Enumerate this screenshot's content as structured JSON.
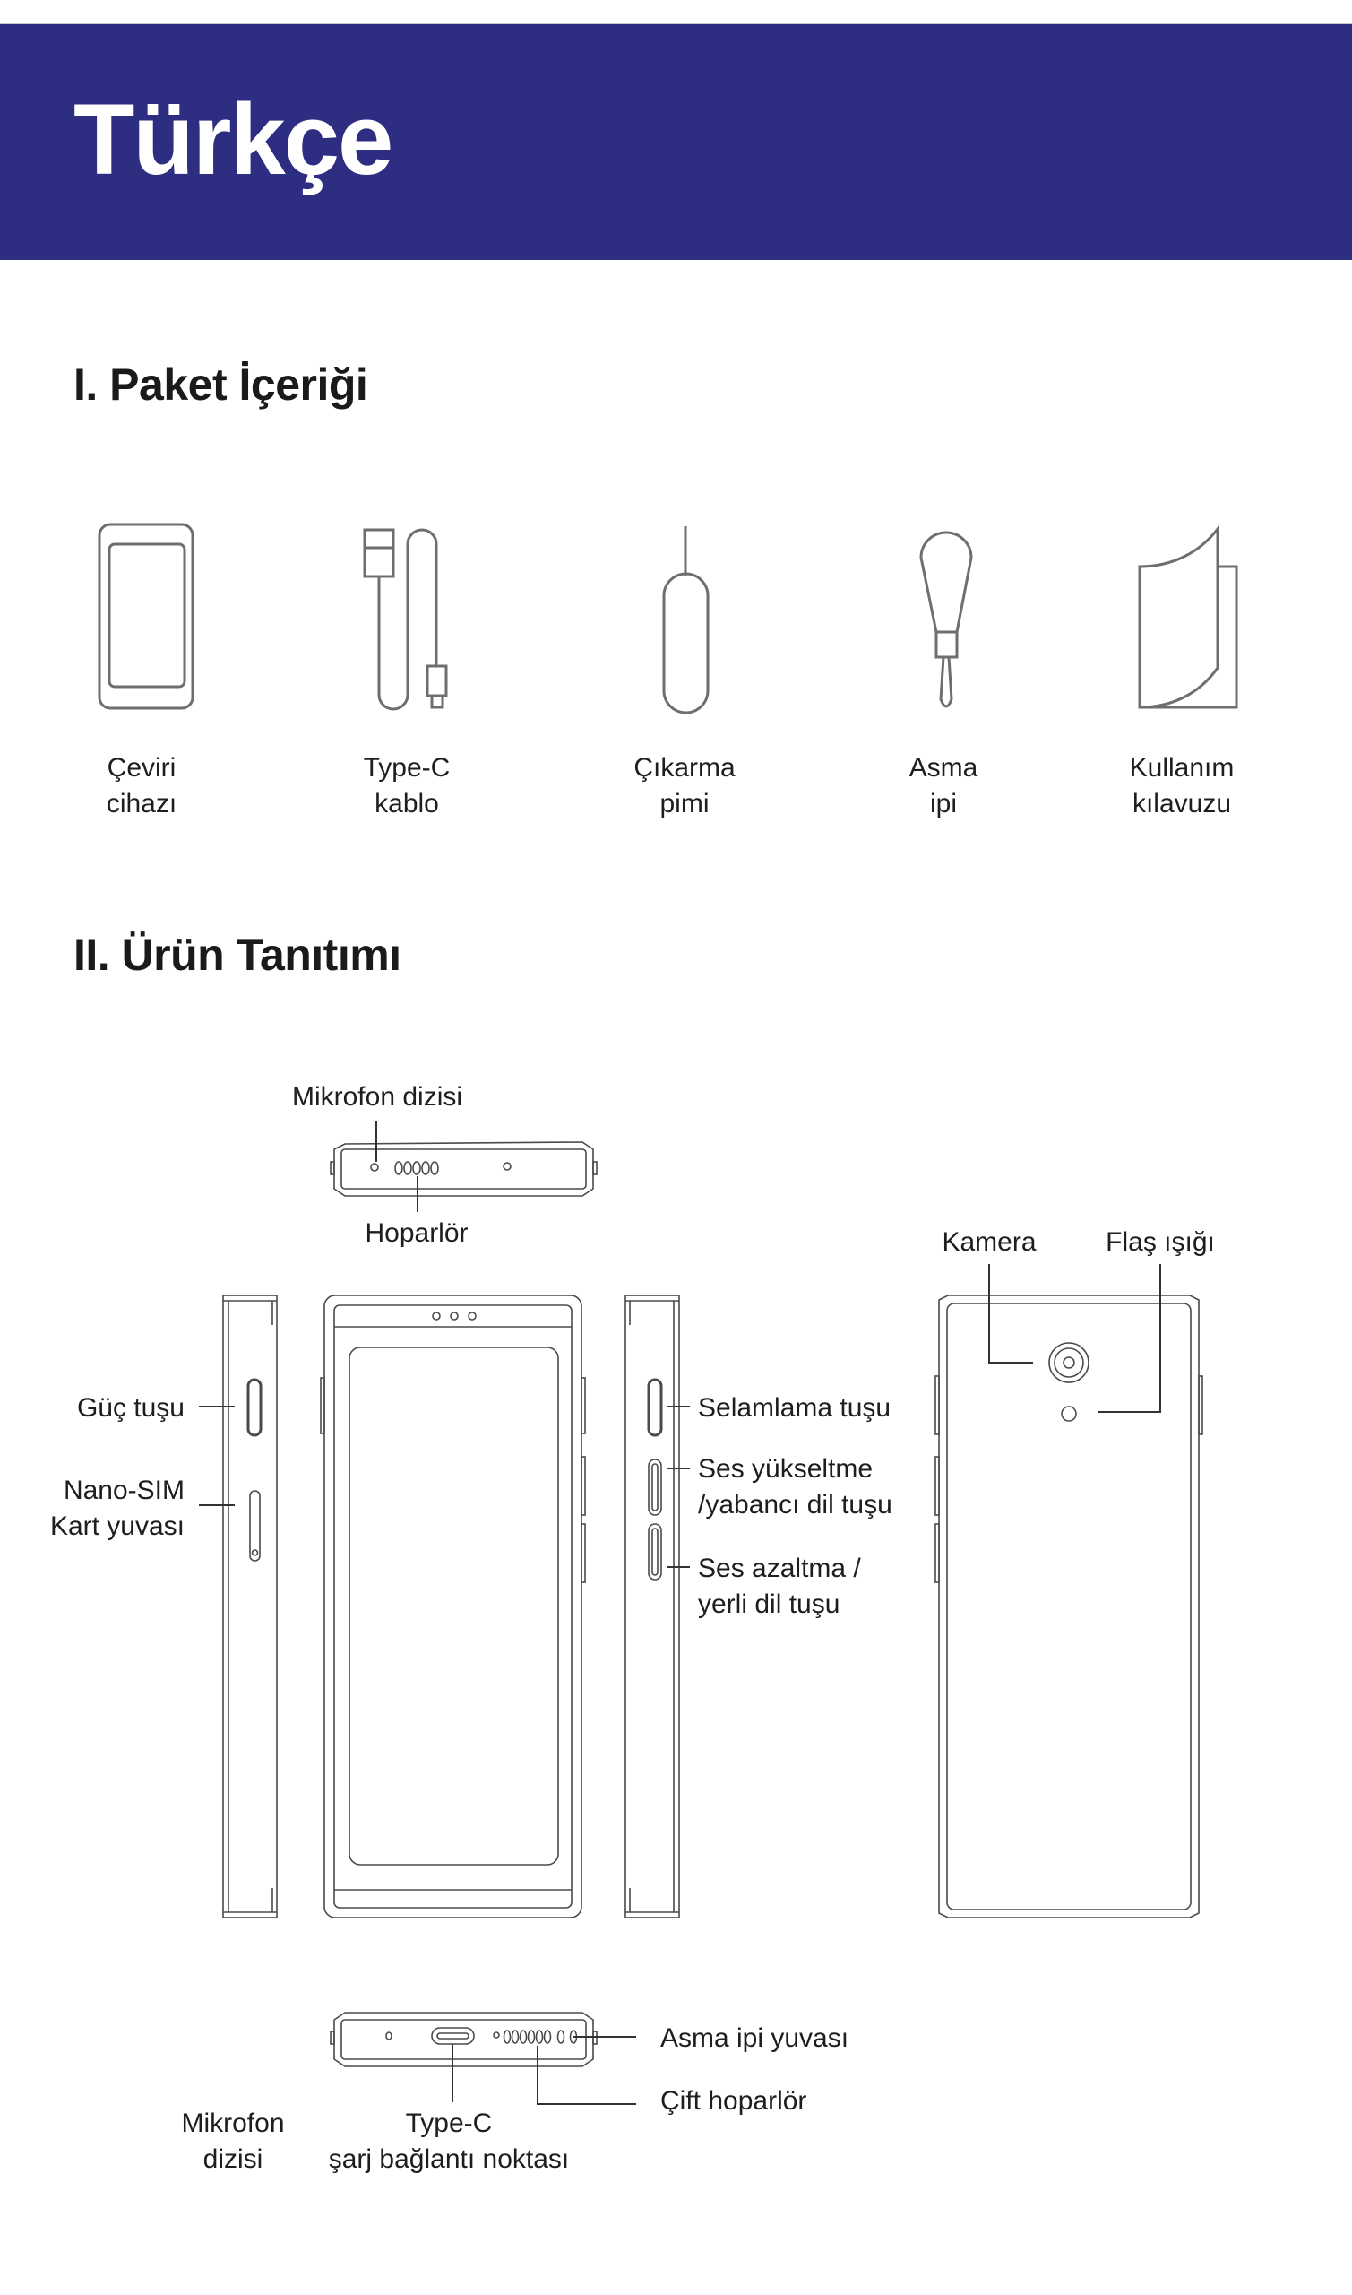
{
  "header": {
    "title": "Türkçe",
    "banner_color": "#2d2e82"
  },
  "section1": {
    "heading": "I. Paket İçeriği",
    "items": [
      {
        "icon": "device-icon",
        "line1": "Çeviri",
        "line2": "cihazı"
      },
      {
        "icon": "cable-icon",
        "line1": "Type-C",
        "line2": "kablo"
      },
      {
        "icon": "pin-icon",
        "line1": "Çıkarma",
        "line2": "pimi"
      },
      {
        "icon": "lanyard-icon",
        "line1": "Asma",
        "line2": "ipi"
      },
      {
        "icon": "manual-icon",
        "line1": "Kullanım",
        "line2": "kılavuzu"
      }
    ]
  },
  "section2": {
    "heading": "II. Ürün Tanıtımı",
    "labels": {
      "top_mic": "Mikrofon dizisi",
      "top_speaker": "Hoparlör",
      "power": "Güç  tuşu",
      "sim1": "Nano-SIM",
      "sim2": "Kart yuvası",
      "greet": "Selamlama tuşu",
      "volup1": "Ses yükseltme",
      "volup2": "/yabancı dil tuşu",
      "voldown1": "Ses azaltma /",
      "voldown2": "yerli dil tuşu",
      "camera": "Kamera",
      "flash": "Flaş ışığı",
      "lanyard_hole": "Asma  ipi yuvası",
      "dual_speaker": "Çift hoparlör",
      "bottom_mic1": "Mikrofon",
      "bottom_mic2": "dizisi",
      "typec1": "Type-C",
      "typec2": "şarj bağlantı noktası"
    }
  }
}
